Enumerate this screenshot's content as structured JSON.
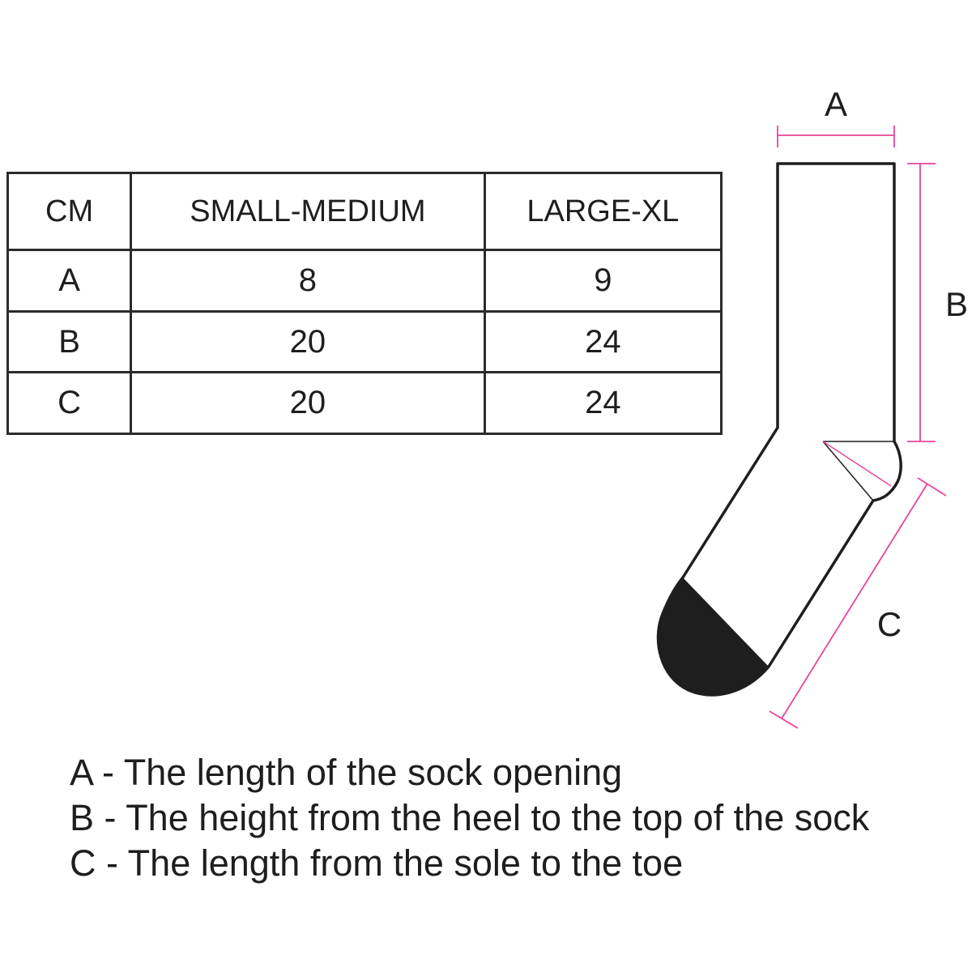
{
  "table": {
    "headers": [
      "CM",
      "SMALL-MEDIUM",
      "LARGE-XL"
    ],
    "rows": [
      {
        "label": "A",
        "small_medium": "8",
        "large_xl": "9"
      },
      {
        "label": "B",
        "small_medium": "20",
        "large_xl": "24"
      },
      {
        "label": "C",
        "small_medium": "20",
        "large_xl": "24"
      }
    ]
  },
  "diagram": {
    "label_a": "A",
    "label_b": "B",
    "label_c": "C",
    "measure_color": "#e8459a",
    "outline_color": "#1e1e1e",
    "toe_color": "#1e1e1e"
  },
  "legend": [
    "A - The length of the sock opening",
    "B - The height from the heel to the top of the sock",
    "C - The length from the sole to the toe"
  ]
}
